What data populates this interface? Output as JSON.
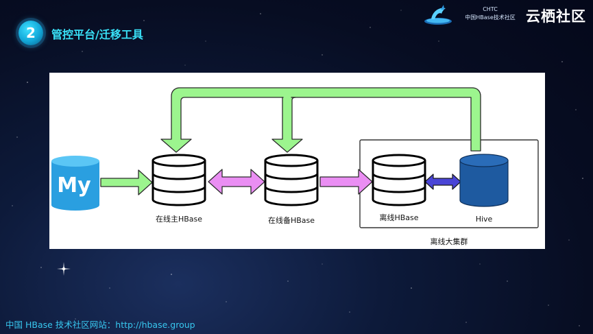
{
  "slide": {
    "badge_number": "2",
    "title": "管控平台/迁移工具",
    "footer": "中国 HBase 技术社区网站：http://hbase.group"
  },
  "branding": {
    "chtc_line1": "CHTC",
    "chtc_line2": "中国HBase技术社区",
    "community_logo": "云栖社区"
  },
  "diagram": {
    "mysql_logo_text": "My",
    "nodes": {
      "online_primary": "在线主HBase",
      "online_standby": "在线备HBase",
      "offline_hbase": "离线HBase",
      "hive": "Hive"
    },
    "cluster_label": "离线大集群"
  },
  "colors": {
    "title": "#39e1f7",
    "green_arrow": "#9cf58e",
    "pink_arrow": "#ea8ef3",
    "blue_arrow": "#4a45d6",
    "mysql_blue": "#2a9fe0",
    "hive_blue": "#1e5aa0"
  }
}
